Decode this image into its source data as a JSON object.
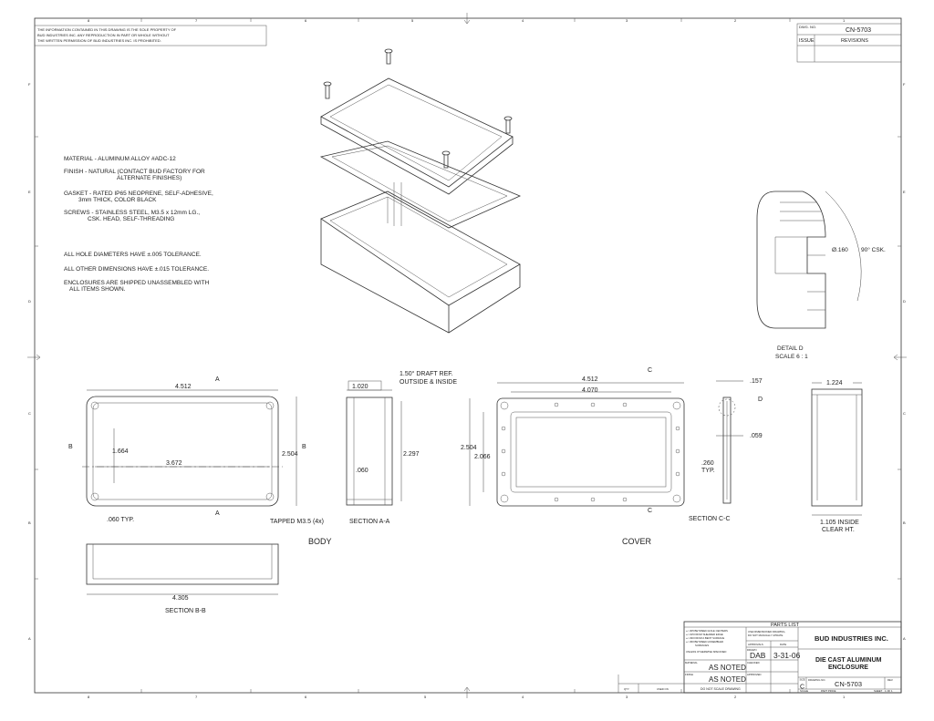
{
  "sheet": {
    "columns": [
      "8",
      "7",
      "6",
      "5",
      "4",
      "3",
      "2",
      "1"
    ],
    "rows": [
      "F",
      "E",
      "D",
      "C",
      "B",
      "A"
    ]
  },
  "proprietary_notice": [
    "THE INFORMATION CONTAINED IN THIS DRAWING IS THE SOLE PROPERTY OF",
    "BUD INDUSTRIES INC. ANY REPRODUCTION IN PART OR WHOLE WITHOUT",
    "THE WRITTEN PERMISSION OF BUD INDUSTRIES INC. IS PROHIBITED."
  ],
  "revisions": {
    "dwg_no_label": "DWG. NO.",
    "dwg_no": "CN-5703",
    "issue_label": "ISSUE",
    "revisions_label": "REVISIONS"
  },
  "notes": [
    "MATERIAL - ALUMINUM ALLOY #ADC-12",
    "FINISH - NATURAL  (CONTACT BUD FACTORY FOR",
    "ALTERNATE FINISHES)",
    "GASKET - RATED IP65 NEOPRENE, SELF-ADHESIVE,",
    "3mm THICK, COLOR BLACK",
    "SCREWS - STAINLESS STEEL, M3.5 x 12mm LG.,",
    "CSK. HEAD, SELF-THREADING",
    "ALL HOLE DIAMETERS HAVE ±.005 TOLERANCE.",
    "ALL OTHER DIMENSIONS HAVE ±.015 TOLERANCE.",
    "ENCLOSURES ARE SHIPPED UNASSEMBLED WITH",
    "ALL ITEMS SHOWN."
  ],
  "detail_d": {
    "dia": "Ø.160",
    "angle": "90° CSK.",
    "title": "DETAIL D",
    "scale": "SCALE 6 : 1"
  },
  "body_view": {
    "label": "BODY",
    "w": "4.512",
    "hole_w": "3.672",
    "h": "2.504",
    "hole_h": "1.664",
    "wall": ".060 TYP.",
    "tapped": "TAPPED M3.5 (4x)",
    "sec_a": "A",
    "sec_b": "B"
  },
  "section_aa": {
    "label": "SECTION A-A",
    "top": "1.020",
    "draft1": "1.50° DRAFT REF.",
    "draft2": "OUTSIDE & INSIDE",
    "h": "2.297",
    "wall": ".060"
  },
  "cover_view": {
    "label": "COVER",
    "w": "4.512",
    "w2": "4.070",
    "h": "2.504",
    "h2": "2.066",
    "lip": ".260",
    "lip2": "TYP.",
    "sec_c": "C"
  },
  "section_cc": {
    "label": "SECTION C-C",
    "t": ".157",
    "t2": ".059",
    "detail": "D"
  },
  "side_view": {
    "w": "1.224",
    "clear1": "1.105 INSIDE",
    "clear2": "CLEAR HT."
  },
  "section_bb": {
    "label": "SECTION B-B",
    "w": "4.305"
  },
  "title_block": {
    "parts_list": "PARTS  LIST",
    "tol": [
      "+/-.005 BETWEEN HOLE CENTERS",
      "+/-.015 FROM SHEARED EDGE",
      "+/-.030 FROM A BENT SURFACE",
      "+/-.060 BETWEEN ASSEMBLED",
      "SURFACES"
    ],
    "unless": "UNLESS OTHERWISE SPECIFIED",
    "use_dims": [
      "USE DIMENSIONED DRAWING,",
      "DO NOT MANUALLY UPDATE"
    ],
    "approvals": "APPROVALS",
    "date_label": "DATE",
    "drawn_label": "DRAWN",
    "drawn": "DAB",
    "date": "3-31-06",
    "checked_label": "CHECKED",
    "approved_label": "APPROVED",
    "material_label": "MATERIAL",
    "material": "AS NOTED",
    "finish_label": "FINISH",
    "finish": "AS NOTED",
    "no_scale": "DO NOT SCALE DRAWING",
    "company": "BUD INDUSTRIES INC.",
    "title1": "DIE CAST ALUMINUM",
    "title2": "ENCLOSURE",
    "size_label": "SIZE",
    "size": "C",
    "dwg_label": "DRAWING NO.",
    "dwg": "CN-5703",
    "rev_label": "REV.",
    "scale_label": "SCALE",
    "part_label": "PART PRICE",
    "sheet_label": "SHEET",
    "sheet": "1  OF  1",
    "qty_label": "QTY.",
    "used_on": "USED ON"
  }
}
